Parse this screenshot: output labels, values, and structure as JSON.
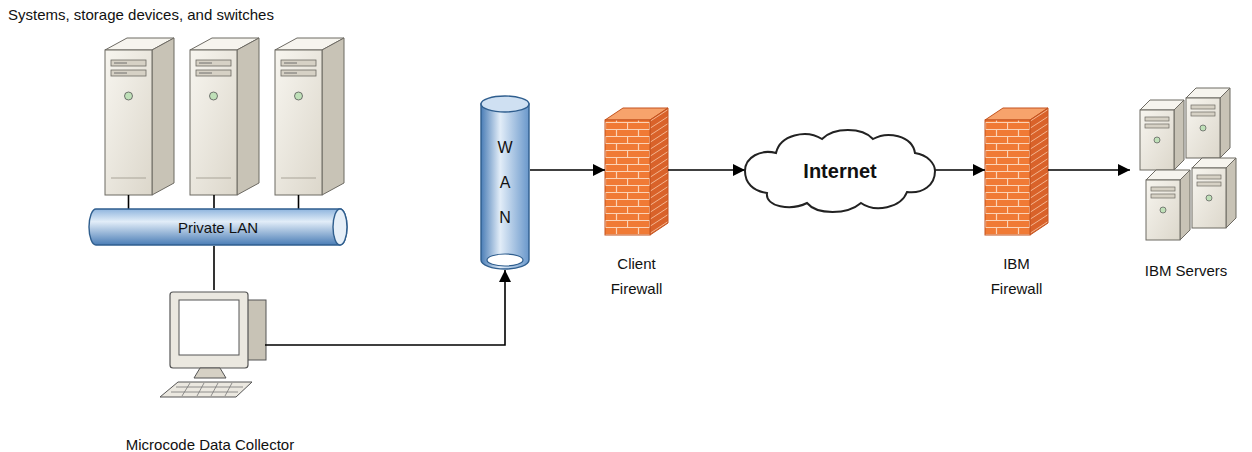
{
  "diagram": {
    "nodes": [
      {
        "text": [
          "Systems, storage devices, and switches"
        ]
      },
      {
        "text": [
          "Private LAN"
        ]
      },
      {
        "text": [
          "Microcode Data Collector"
        ]
      },
      {
        "text": [
          "W A N"
        ]
      },
      {
        "text": [
          "Client Firewall"
        ]
      },
      {
        "text": [
          "Internet"
        ]
      },
      {
        "text": [
          "IBM Firewall"
        ]
      },
      {
        "text": [
          "IBM Servers"
        ]
      }
    ],
    "edges": [
      {
        "from": 0,
        "to": 1,
        "arrow": "none"
      },
      {
        "from": 1,
        "to": 2,
        "arrow": "none"
      },
      {
        "from": 2,
        "to": 3,
        "arrow": "to"
      },
      {
        "from": 3,
        "to": 4,
        "arrow": "to"
      },
      {
        "from": 4,
        "to": 5,
        "arrow": "to"
      },
      {
        "from": 5,
        "to": 6,
        "arrow": "to"
      },
      {
        "from": 6,
        "to": 7,
        "arrow": "to"
      }
    ]
  }
}
